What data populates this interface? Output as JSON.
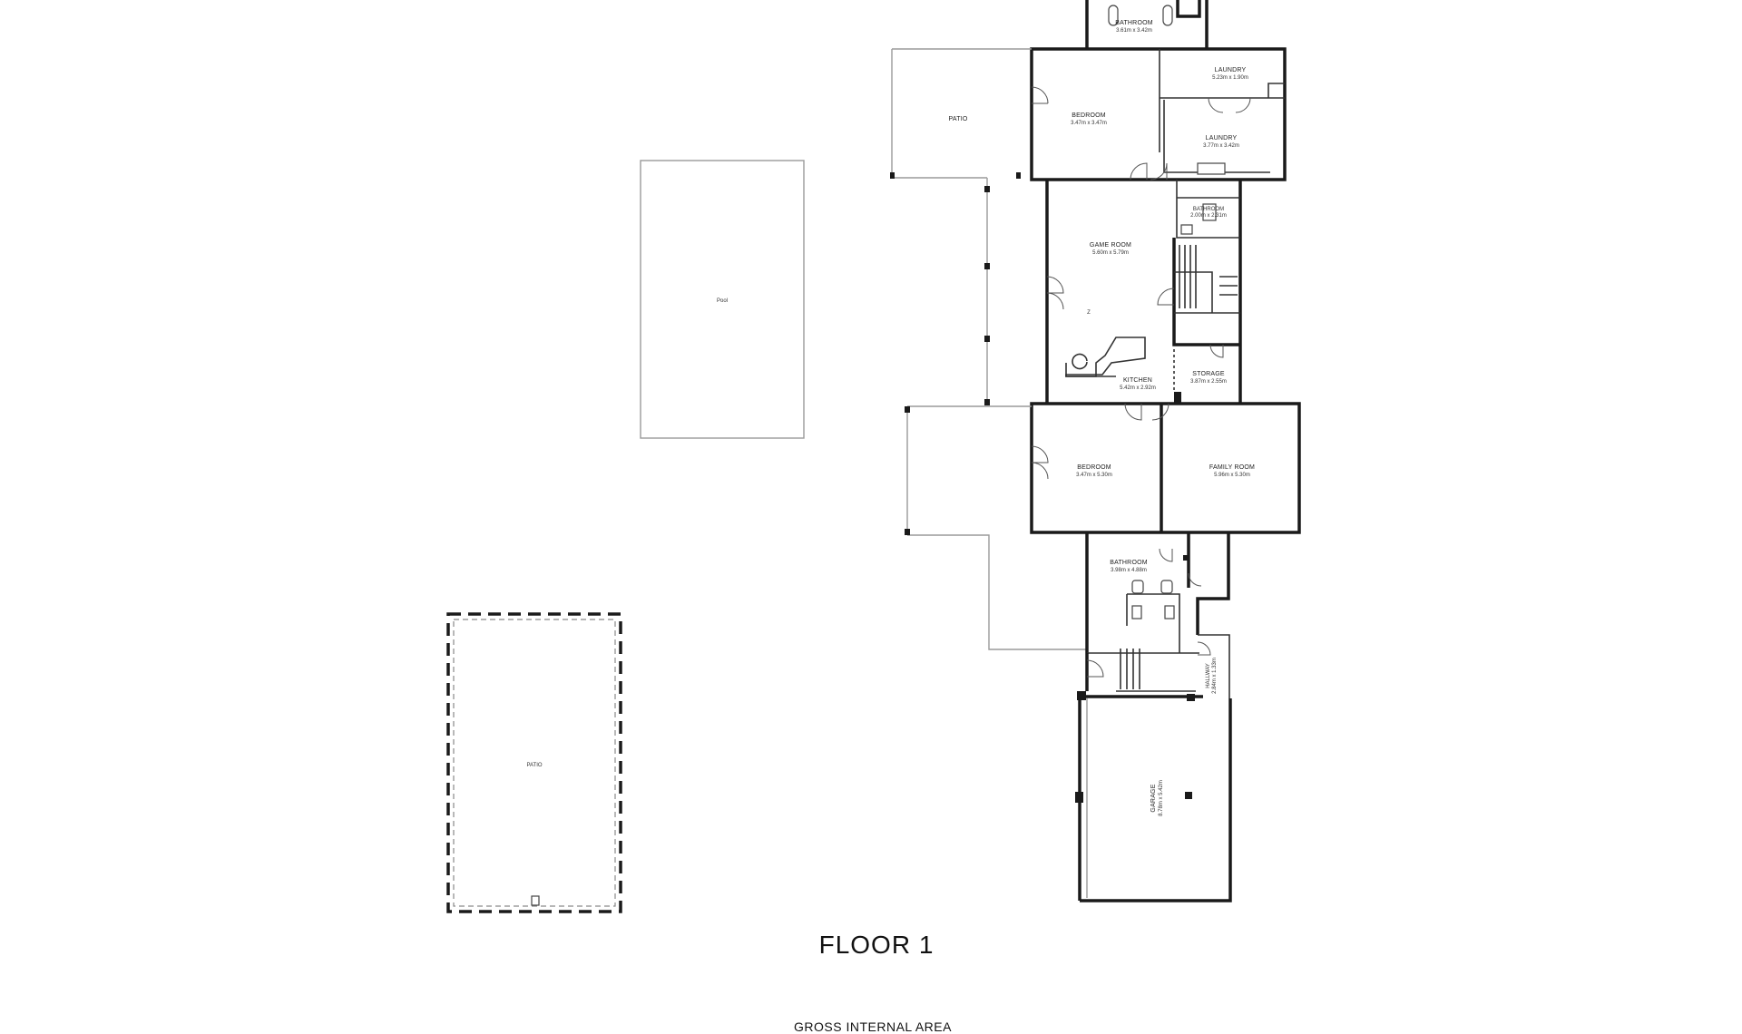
{
  "floor_title": "FLOOR 1",
  "gross_internal_area_label": "GROSS INTERNAL AREA",
  "rooms": {
    "bathroom_top": {
      "name": "BATHROOM",
      "dims": "3.61m x 3.42m"
    },
    "laundry_upper": {
      "name": "LAUNDRY",
      "dims": "5.23m x 1.90m"
    },
    "laundry_lower": {
      "name": "LAUNDRY",
      "dims": "3.77m x 3.42m"
    },
    "bedroom_top": {
      "name": "BEDROOM",
      "dims": "3.47m x 3.47m"
    },
    "patio_top": {
      "name": "PATIO",
      "dims": ""
    },
    "pool": {
      "name": "Pool",
      "dims": ""
    },
    "bathroom_small": {
      "name": "BATHROOM",
      "dims": "2.00m x 2.31m"
    },
    "game_room": {
      "name": "GAME ROOM",
      "dims": "5.60m x 5.79m"
    },
    "storage": {
      "name": "STORAGE",
      "dims": "3.87m x 2.55m"
    },
    "kitchen": {
      "name": "KITCHEN",
      "dims": "5.42m x 2.92m"
    },
    "bedroom_mid": {
      "name": "BEDROOM",
      "dims": "3.47m x 5.30m"
    },
    "family_room": {
      "name": "FAMILY ROOM",
      "dims": "5.96m x 5.30m"
    },
    "bathroom_lower": {
      "name": "BATHROOM",
      "dims": "3.98m x 4.88m"
    },
    "hallway": {
      "name": "HALLWAY",
      "dims": "2.84m x 1.33m"
    },
    "garage": {
      "name": "GARAGE",
      "dims": "8.78m x 5.42m"
    },
    "patio_bottom": {
      "name": "PATIO",
      "dims": ""
    }
  }
}
